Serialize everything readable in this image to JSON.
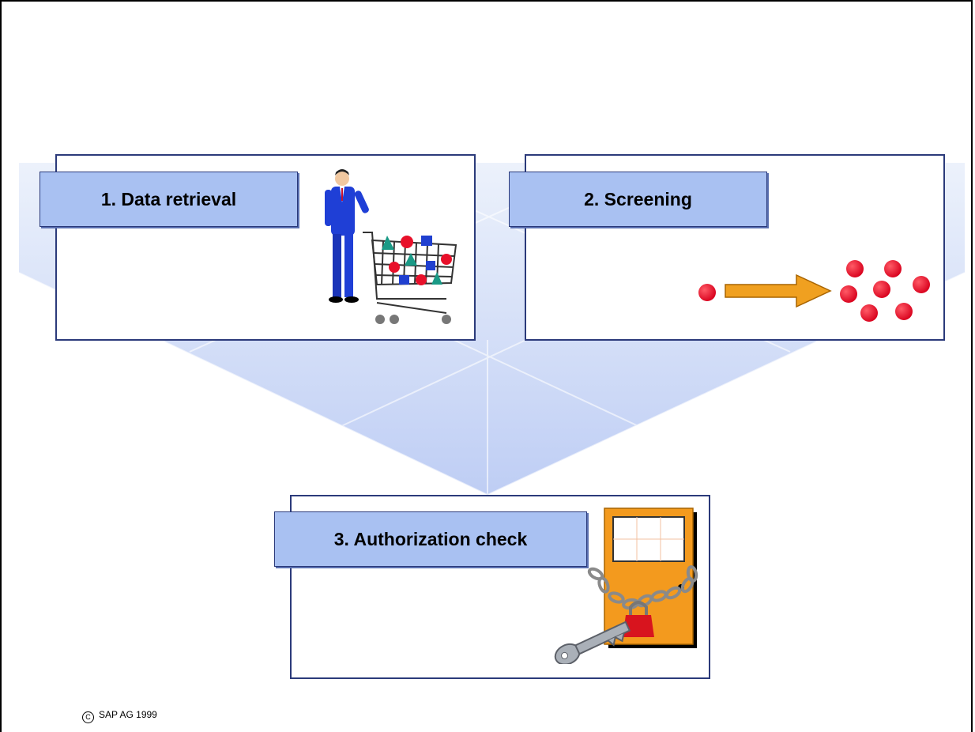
{
  "steps": [
    {
      "number": "1.",
      "label": "1. Data retrieval",
      "image": "shopper-with-cart-icon"
    },
    {
      "number": "2.",
      "label": "2. Screening",
      "image": "filter-arrow-dots-icon"
    },
    {
      "number": "3.",
      "label": "3. Authorization check",
      "image": "locked-door-key-icon"
    }
  ],
  "footer": {
    "copyright": "SAP AG 1999"
  },
  "colors": {
    "label_fill": "#a9c1f2",
    "border": "#2b3a7a",
    "dot": "#e8102a",
    "arrow": "#f0a020",
    "door": "#f39a1e"
  }
}
